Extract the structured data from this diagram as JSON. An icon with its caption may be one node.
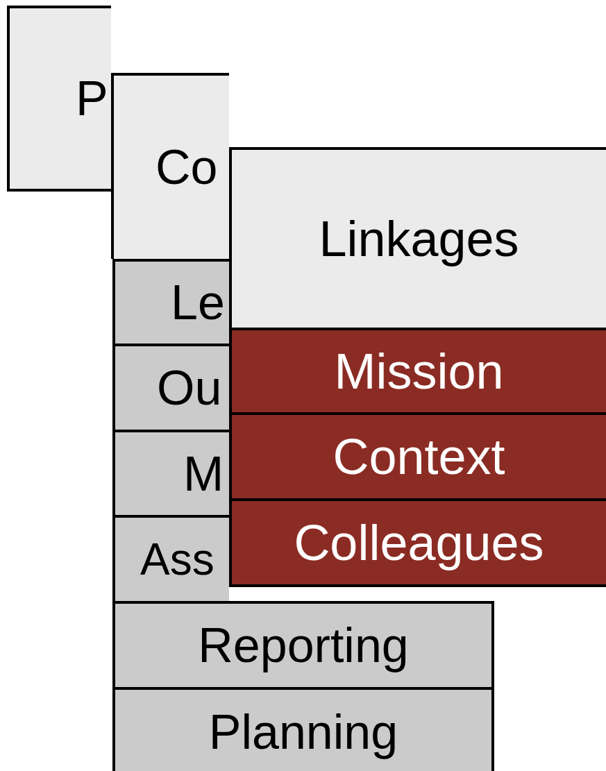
{
  "diagram": {
    "nodes": [
      {
        "text": [
          "P"
        ]
      },
      {
        "text": [
          "Co"
        ]
      },
      {
        "text": [
          "Le"
        ]
      },
      {
        "text": [
          "Ou"
        ]
      },
      {
        "text": [
          "M"
        ]
      },
      {
        "text": [
          "Ass"
        ]
      },
      {
        "text": [
          "Reporting"
        ]
      },
      {
        "text": [
          "Planning"
        ]
      },
      {
        "text": [
          "Linkages"
        ]
      },
      {
        "text": [
          "Mission"
        ]
      },
      {
        "text": [
          "Context"
        ]
      },
      {
        "text": [
          "Colleagues"
        ]
      }
    ]
  }
}
